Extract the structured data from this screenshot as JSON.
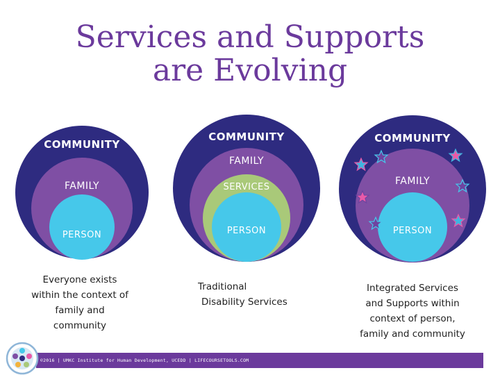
{
  "title": {
    "line1": "Services and Supports",
    "line2": "are Evolving"
  },
  "colors": {
    "community": "#2e2b80",
    "family": "#7f4fa4",
    "services": "#a9c979",
    "person": "#46c8ea",
    "title": "#6b3a9c",
    "footer": "#6b3a9c"
  },
  "diagrams": [
    {
      "community": "COMMUNITY",
      "family": "FAMILY",
      "person": "PERSON",
      "caption": [
        "Everyone exists",
        "within the context of",
        "family and",
        "community"
      ]
    },
    {
      "community": "COMMUNITY",
      "family": "FAMILY",
      "services": "SERVICES",
      "person": "PERSON",
      "caption": [
        "Traditional",
        "Disability Services"
      ]
    },
    {
      "community": "COMMUNITY",
      "family": "FAMILY",
      "person": "PERSON",
      "caption": [
        "Integrated Services",
        "and Supports within",
        "context of person,",
        "family and community"
      ]
    }
  ],
  "footer": {
    "text": "©2016 | UMKC Institute for Human Development, UCEDD | LIFECOURSETOOLS.COM"
  },
  "icons": [
    "star-icon",
    "logo-icon"
  ]
}
